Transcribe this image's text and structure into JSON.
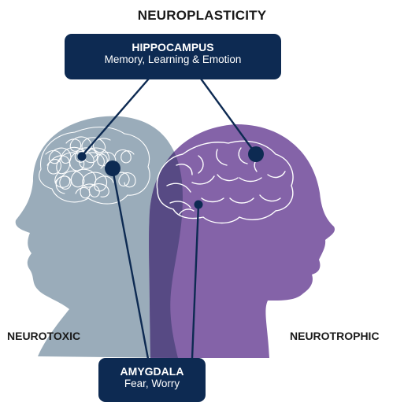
{
  "title": "NEUROPLASTICITY",
  "hippocampus": {
    "heading": "HIPPOCAMPUS",
    "description": "Memory, Learning & Emotion"
  },
  "amygdala": {
    "heading": "AMYGDALA",
    "description": "Fear, Worry"
  },
  "left_label": "NEUROTOXIC",
  "right_label": "NEUROTROPHIC",
  "colors": {
    "left_head": "#9aacba",
    "right_head": "#8463a8",
    "overlap": "#574a84",
    "box": "#0d2a52",
    "connector": "#0d2a52"
  },
  "icons": [
    "tangled-brain-icon",
    "healthy-brain-icon",
    "left-head-silhouette",
    "right-head-silhouette"
  ]
}
